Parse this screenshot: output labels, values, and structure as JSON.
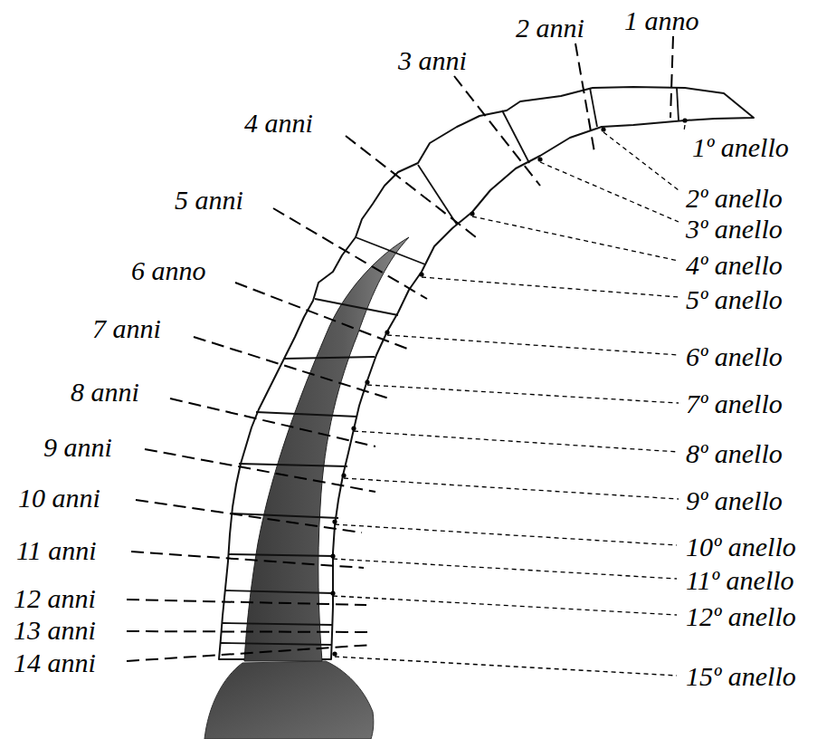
{
  "diagram": {
    "labels": [
      "1 anno",
      "2 anni",
      "3 anni",
      "4 anni",
      "5 anni",
      "6 anno",
      "7 anni",
      "8 anni",
      "9 anni",
      "10 anni",
      "11 anni",
      "12 anni",
      "13 anni",
      "14 anni",
      "1º anello",
      "2º anello",
      "3º anello",
      "4º anello",
      "5º anello",
      "6º anello",
      "7º anello",
      "8º anello",
      "9º anello",
      "10º anello",
      "11º anello",
      "12º anello",
      "15º anello"
    ]
  }
}
